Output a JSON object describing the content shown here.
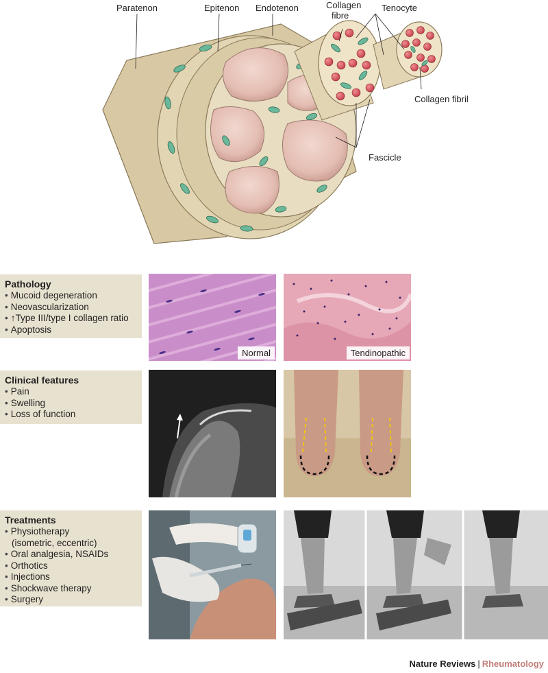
{
  "diagram": {
    "labels": {
      "paratenon": "Paratenon",
      "epitenon": "Epitenon",
      "endotenon": "Endotenon",
      "collagen_fibre_1": "Collagen",
      "collagen_fibre_2": "fibre",
      "tenocyte": "Tenocyte",
      "collagen_fibril": "Collagen fibril",
      "fascicle": "Fascicle"
    }
  },
  "pathology": {
    "title": "Pathology",
    "items": [
      "Mucoid degeneration",
      "Neovascularization",
      "↑Type III/type I collagen ratio",
      "Apoptosis"
    ],
    "normal_caption": "Normal",
    "tendinopathic_caption": "Tendinopathic"
  },
  "clinical": {
    "title": "Clinical features",
    "items": [
      "Pain",
      "Swelling",
      "Loss of function"
    ]
  },
  "treatments": {
    "title": "Treatments",
    "items": [
      "Physiotherapy",
      "(isometric, eccentric)",
      "Oral analgesia, NSAIDs",
      "Orthotics",
      "Injections",
      "Shockwave therapy",
      "Surgery"
    ]
  },
  "footer": {
    "journal": "Nature Reviews",
    "separator": "|",
    "section": "Rheumatology"
  },
  "colors": {
    "tendon_beige": "#d8c9a4",
    "fascicle_pink": "#e9c6bd",
    "tenocyte_green": "#6ab79a",
    "fibril_red": "#d9535d",
    "panel_bg": "#e7e1cf",
    "brand_accent": "#c2807b"
  }
}
